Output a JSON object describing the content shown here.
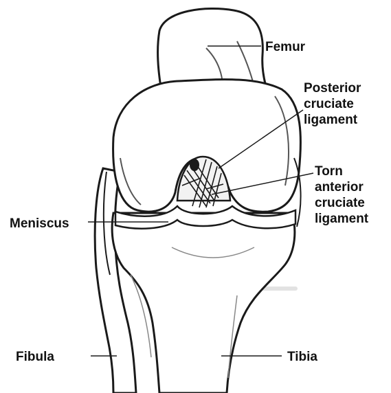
{
  "diagram": {
    "labels": {
      "femur": [
        "Femur"
      ],
      "pcl": [
        "Posterior",
        "cruciate",
        "ligament"
      ],
      "acl": [
        "Torn",
        "anterior",
        "cruciate",
        "ligament"
      ],
      "meniscus": [
        "Meniscus"
      ],
      "fibula": [
        "Fibula"
      ],
      "tibia": [
        "Tibia"
      ]
    },
    "colors": {
      "ink": "#1a1a1a",
      "bone": "#ffffff",
      "shade": "#555555",
      "background_text": "#d9d9d9"
    }
  }
}
